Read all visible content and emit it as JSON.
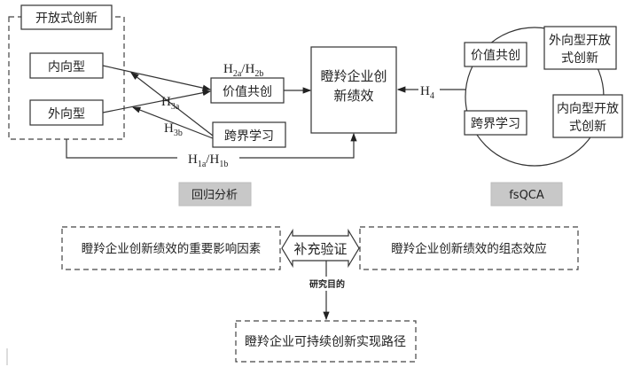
{
  "top_left": {
    "group_title": "开放式创新",
    "inbound": "内向型",
    "outbound": "外向型",
    "value_cocreation": "价值共创",
    "boundary_learning": "跨界学习",
    "performance_line1": "瞪羚企业创",
    "performance_line2": "新绩效",
    "h2_label": {
      "base1": "H",
      "sub1": "2a",
      "sep": "/",
      "base2": "H",
      "sub2": "2b"
    },
    "h3a_label": {
      "base": "H",
      "sub": "3a"
    },
    "h3b_label": {
      "base": "H",
      "sub": "3b"
    },
    "h1_label": {
      "base1": "H",
      "sub1": "1a",
      "sep": "/",
      "base2": "H",
      "sub2": "1b"
    },
    "h4_label": {
      "base": "H",
      "sub": "4"
    }
  },
  "top_right": {
    "value_cocreation": "价值共创",
    "boundary_learning": "跨界学习",
    "outbound_line1": "外向型开放",
    "outbound_line2": "式创新",
    "inbound_line1": "内向型开放",
    "inbound_line2": "式创新"
  },
  "methods": {
    "left": "回归分析",
    "right": "fsQCA"
  },
  "bottom": {
    "left_box": "瞪羚企业创新绩效的重要影响因素",
    "center_arrow": "补充验证",
    "right_box": "瞪羚企业创新绩效的组态效应",
    "purpose_label": "研究目的",
    "result_box": "瞪羚企业可持续创新实现路径"
  }
}
